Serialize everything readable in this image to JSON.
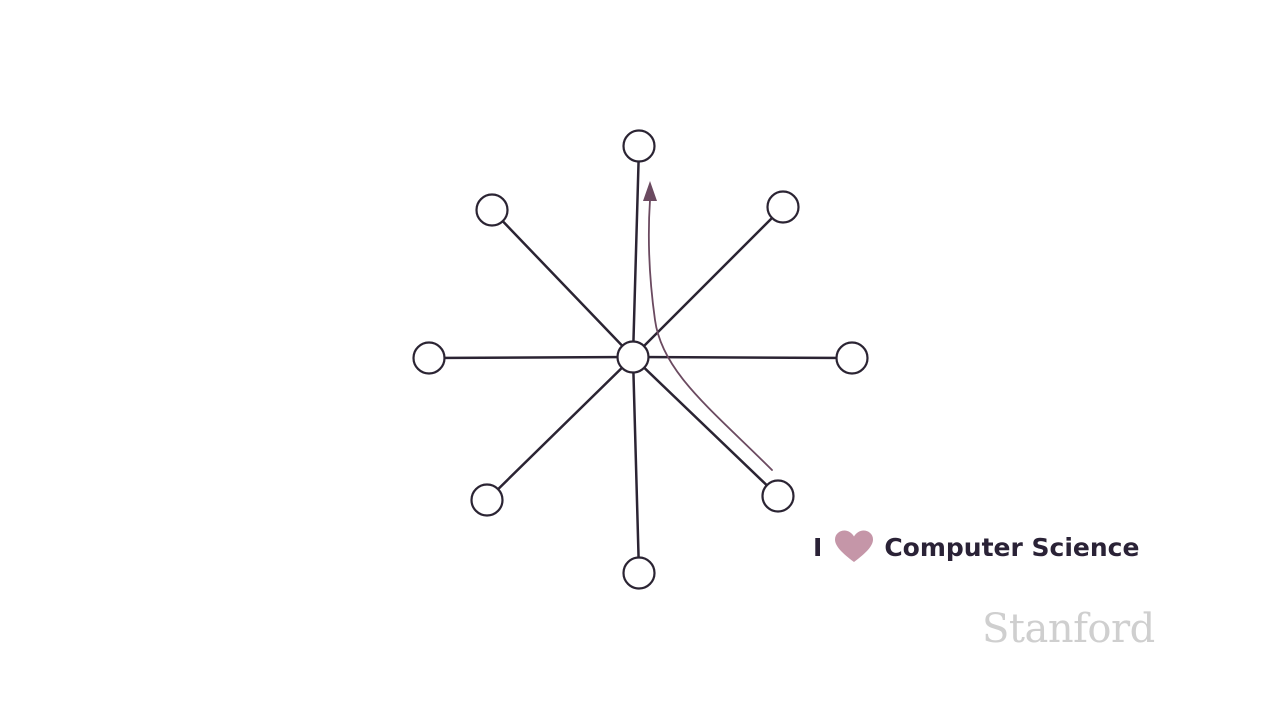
{
  "caption": {
    "prefix": "I",
    "suffix": "Computer Science"
  },
  "logo": {
    "text": "Stanford"
  },
  "colors": {
    "edge": "#2b2433",
    "node_fill": "#ffffff",
    "arrow": "#6b4a60",
    "heart": "#c596a8",
    "caption_text": "#2a2236",
    "logo_text": "#cfcfcf"
  },
  "icons": {
    "heart": "heart-icon"
  },
  "graph": {
    "center_node": "hub",
    "leaf_nodes": [
      "north",
      "north-east",
      "east",
      "south-east",
      "south",
      "south-west",
      "west",
      "north-west"
    ],
    "highlighted_path": [
      "south-east",
      "hub",
      "north"
    ]
  }
}
